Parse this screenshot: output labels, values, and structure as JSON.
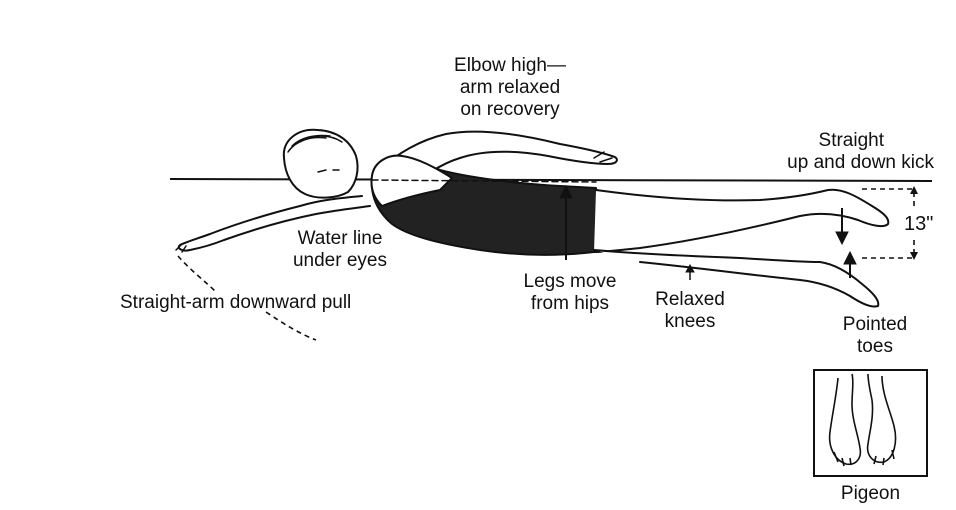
{
  "labels": {
    "elbow_high": "Elbow high—",
    "arm_relaxed": "arm relaxed",
    "on_recovery": "on recovery",
    "straight": "Straight",
    "up_down_kick": "up and down kick",
    "kick_depth": "13\"",
    "water_line": "Water line",
    "under_eyes": "under eyes",
    "straight_arm_pull": "Straight-arm downward pull",
    "legs_move": "Legs move",
    "from_hips": "from hips",
    "relaxed": "Relaxed",
    "knees": "knees",
    "pointed": "Pointed",
    "toes": "toes",
    "pigeon": "Pigeon"
  },
  "icons": [
    "swimmer-figure",
    "water-line",
    "arrow-icon",
    "pigeon-toes-icon"
  ]
}
